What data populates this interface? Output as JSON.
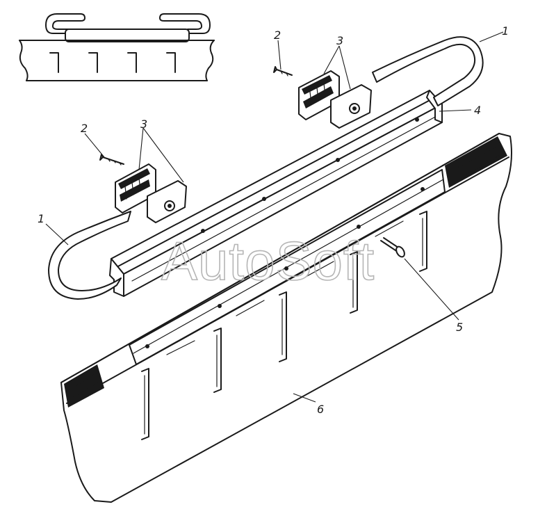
{
  "watermark": "AutoSoft",
  "callouts": [
    {
      "id": "c1a",
      "text": "1"
    },
    {
      "id": "c1b",
      "text": "1"
    },
    {
      "id": "c2a",
      "text": "2"
    },
    {
      "id": "c2b",
      "text": "2"
    },
    {
      "id": "c3a",
      "text": "3"
    },
    {
      "id": "c3b",
      "text": "3"
    },
    {
      "id": "c4",
      "text": "4"
    },
    {
      "id": "c5",
      "text": "5"
    },
    {
      "id": "c6",
      "text": "6"
    }
  ]
}
